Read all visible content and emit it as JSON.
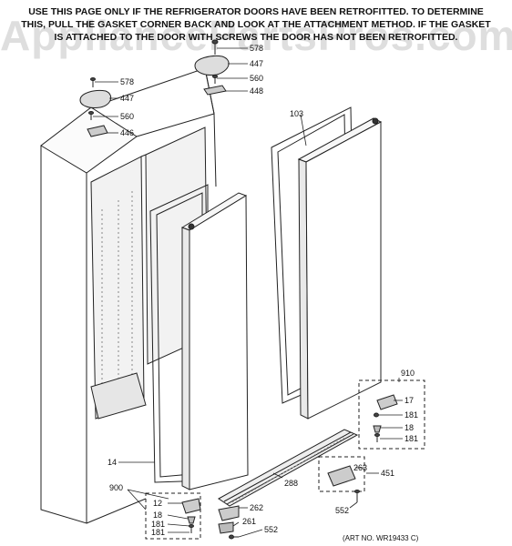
{
  "header": {
    "line1": "USE THIS PAGE ONLY IF THE REFRIGERATOR DOORS HAVE BEEN RETROFITTED. TO DETERMINE",
    "line2": "THIS, PULL THE GASKET CORNER BACK AND LOOK AT THE ATTACHMENT METHOD. IF THE GASKET",
    "line3": "IS ATTACHED TO THE DOOR WITH SCREWS THE DOOR HAS NOT BEEN RETROFITTED."
  },
  "watermark": "AppliancePartsPros.com",
  "art_number": "(ART NO. WR19433 C)",
  "parts": {
    "p578a": "578",
    "p447a": "447",
    "p560a": "560",
    "p448": "448",
    "p578b": "578",
    "p447b": "447",
    "p560b": "560",
    "p446": "446",
    "p103": "103",
    "p910": "910",
    "p17": "17",
    "p181a": "181",
    "p18a": "18",
    "p181b": "181",
    "p14": "14",
    "p288": "288",
    "p263": "263",
    "p451": "451",
    "p552a": "552",
    "p900": "900",
    "p12": "12",
    "p18b": "18",
    "p181c": "181",
    "p181d": "181",
    "p262": "262",
    "p261": "261",
    "p552b": "552"
  }
}
